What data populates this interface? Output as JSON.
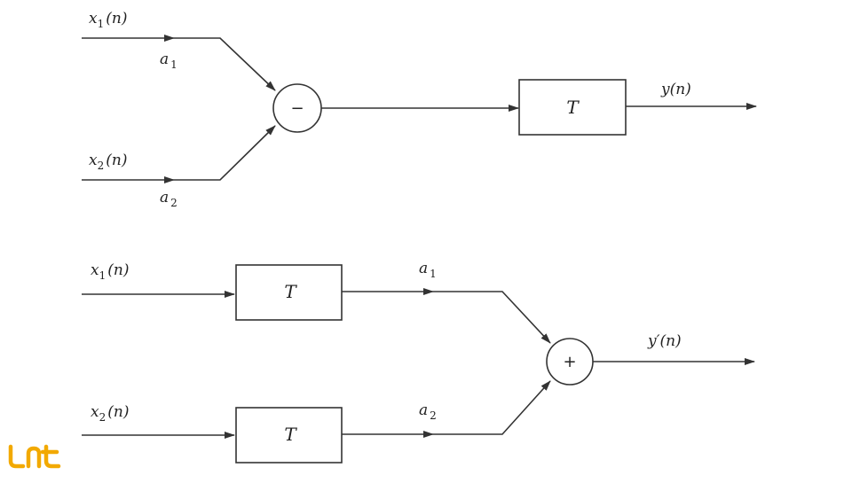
{
  "colors": {
    "line": "#333333",
    "logo": "#f2a900"
  },
  "top": {
    "x1_label": {
      "var": "x",
      "sub": "1",
      "arg": "(n)"
    },
    "x2_label": {
      "var": "x",
      "sub": "2",
      "arg": "(n)"
    },
    "a1_label": {
      "var": "a",
      "sub": "1"
    },
    "a2_label": {
      "var": "a",
      "sub": "2"
    },
    "operator": "−",
    "block": "T",
    "output": "y(n)"
  },
  "bottom": {
    "x1_label": {
      "var": "x",
      "sub": "1",
      "arg": "(n)"
    },
    "x2_label": {
      "var": "x",
      "sub": "2",
      "arg": "(n)"
    },
    "a1_label": {
      "var": "a",
      "sub": "1"
    },
    "a2_label": {
      "var": "a",
      "sub": "2"
    },
    "block1": "T",
    "block2": "T",
    "operator": "+",
    "output": "y′(n)"
  },
  "logo_icon": "unt-logo-icon"
}
